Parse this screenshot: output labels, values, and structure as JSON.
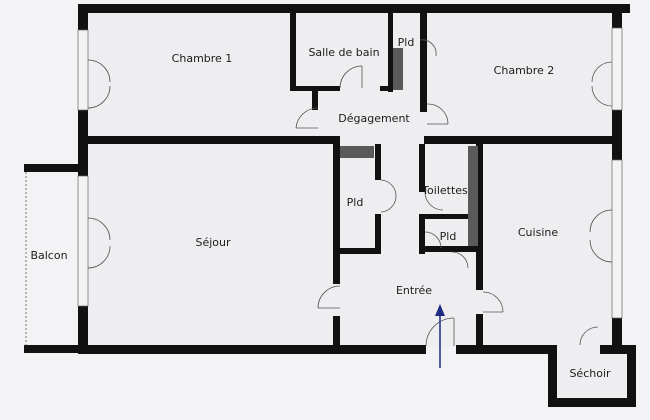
{
  "rooms": {
    "chambre1": "Chambre 1",
    "salle_de_bain": "Salle de bain",
    "pld_top": "Pld",
    "chambre2": "Chambre 2",
    "degagement": "Dégagement",
    "pld_left": "Pld",
    "toilettes": "Toilettes",
    "pld_small": "Pld",
    "sejour": "Séjour",
    "cuisine": "Cuisine",
    "balcon": "Balcon",
    "entree": "Entrée",
    "sechoir": "Séchoir"
  },
  "colors": {
    "wall": "#111111",
    "floor": "#eeeef1",
    "closet": "#5a5a5a",
    "entry_arrow": "#1f2a80"
  }
}
